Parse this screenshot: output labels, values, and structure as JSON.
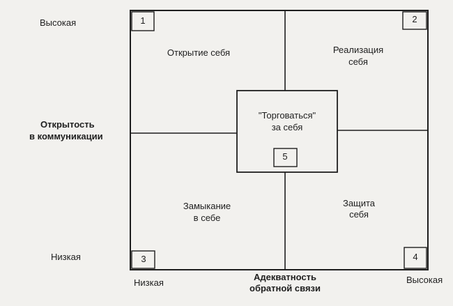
{
  "axes": {
    "y_title_line1": "Открытость",
    "y_title_line2": "в коммуникации",
    "y_high": "Высокая",
    "y_low": "Низкая",
    "x_title_line1": "Адекватность",
    "x_title_line2": "обратной связи",
    "x_low": "Низкая",
    "x_high": "Высокая"
  },
  "quadrants": [
    {
      "number": "1",
      "line1": "Открытие себя",
      "line2": ""
    },
    {
      "number": "2",
      "line1": "Реализация",
      "line2": "себя"
    },
    {
      "number": "3",
      "line1": "Замыкание",
      "line2": "в себе"
    },
    {
      "number": "4",
      "line1": "Защита",
      "line2": "себя"
    }
  ],
  "center": {
    "number": "5",
    "line1": "\"Торговаться\"",
    "line2": "за себя"
  }
}
